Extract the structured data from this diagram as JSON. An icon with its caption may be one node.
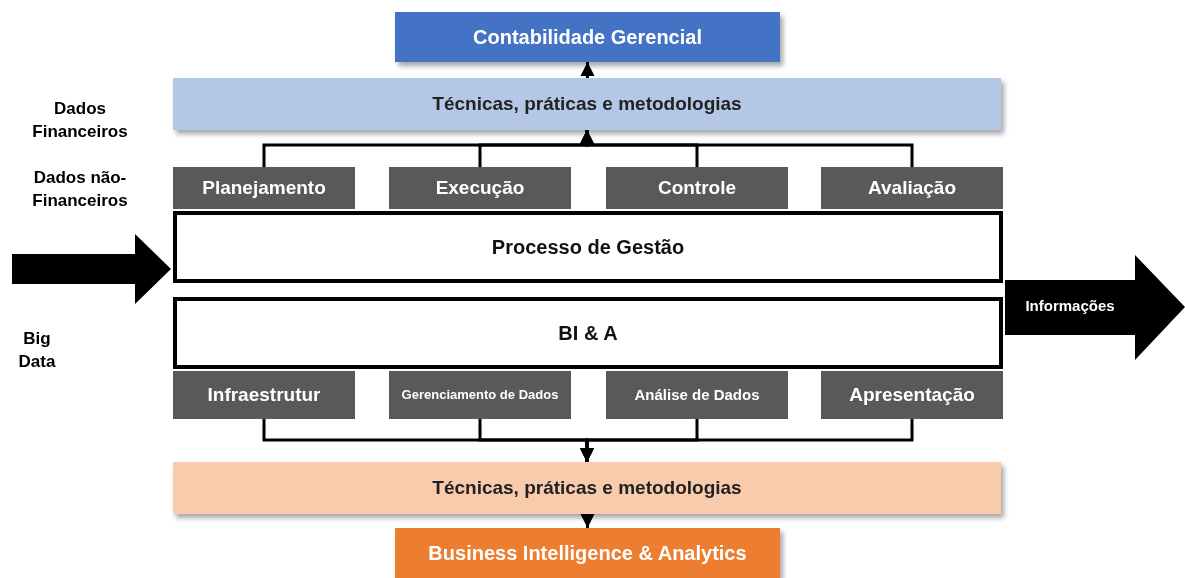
{
  "diagram": {
    "nodes": [
      {
        "text": [
          "Contabilidade Gerencial"
        ]
      },
      {
        "text": [
          "Técnicas, práticas e metodologias"
        ]
      },
      {
        "text": [
          "Planejamento"
        ]
      },
      {
        "text": [
          "Execução"
        ]
      },
      {
        "text": [
          "Controle"
        ]
      },
      {
        "text": [
          "Avaliação"
        ]
      },
      {
        "text": [
          "Processo de Gestão"
        ]
      },
      {
        "text": [
          "BI & A"
        ]
      },
      {
        "text": [
          "Infraestrutur"
        ]
      },
      {
        "text": [
          "Gerenciamento de Dados"
        ]
      },
      {
        "text": [
          "Análise de Dados"
        ]
      },
      {
        "text": [
          "Apresentação"
        ]
      },
      {
        "text": [
          "Técnicas, práticas e metodologias"
        ]
      },
      {
        "text": [
          "Business Intelligence & Analytics"
        ]
      },
      {
        "text": [
          "Informações"
        ]
      }
    ],
    "edges": [
      {
        "from": 1,
        "to": 0,
        "arrow": "to"
      },
      {
        "from": 2,
        "to": 1,
        "arrow": "to"
      },
      {
        "from": 3,
        "to": 1,
        "arrow": "to"
      },
      {
        "from": 4,
        "to": 1,
        "arrow": "to"
      },
      {
        "from": 5,
        "to": 1,
        "arrow": "to"
      },
      {
        "from": 8,
        "to": 12,
        "arrow": "to"
      },
      {
        "from": 9,
        "to": 12,
        "arrow": "to"
      },
      {
        "from": 10,
        "to": 12,
        "arrow": "to"
      },
      {
        "from": 11,
        "to": 12,
        "arrow": "to"
      },
      {
        "from": 12,
        "to": 13,
        "arrow": "to"
      },
      {
        "from": null,
        "to": 6,
        "arrow": "to",
        "style": "thick"
      }
    ],
    "labels": [
      "Dados Financeiros",
      "Dados não-Financeiros",
      "Big Data"
    ]
  }
}
